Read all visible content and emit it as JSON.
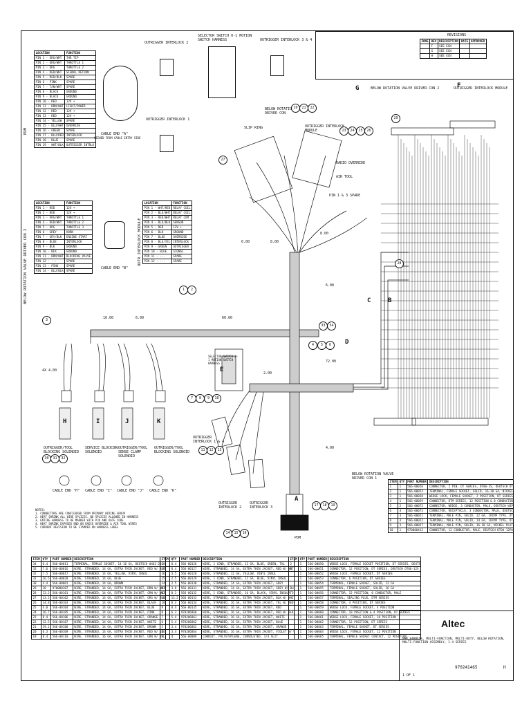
{
  "title_block": {
    "title": "PWR HARNESS, MULTI-FUNCTION, MULTI-DUTY, BELOW ROTATION, MULTI-FUNCTION ASSEMBLY, 1-4 SERIES",
    "company": "Altec",
    "part_number": "970241465",
    "sheet": "1 OF 1",
    "rev": "H",
    "pdm_label": "PDM"
  },
  "connector_pinout_top": {
    "headers": [
      "LOCATION",
      "FUNCTION"
    ],
    "rows": [
      [
        "PIN 1 - ORG/WHT",
        "THR TIP"
      ],
      [
        "PIN 2 - ORG/WHT",
        "THROTTLE 1"
      ],
      [
        "PIN 3 - ORG",
        "THROTTLE 2"
      ],
      [
        "PIN 4 - RED/WHT",
        "SIGNAL RETURN"
      ],
      [
        "PIN 5 - RED/BLK",
        "SPARE"
      ],
      [
        "PIN 6 - PINK",
        "SPARE"
      ],
      [
        "PIN 7 - TAN/WHT",
        "SPARE"
      ],
      [
        "PIN 8 - BLACK",
        "GROUND"
      ],
      [
        "PIN 9 - BLACK",
        "GROUND"
      ],
      [
        "PIN 10 - RED",
        "12V +"
      ],
      [
        "PIN 11 - BRN/WHT",
        "LIGHT/POWER"
      ],
      [
        "PIN 12 - RED",
        "12V +"
      ],
      [
        "PIN 13 - RED",
        "12V +"
      ],
      [
        "PIN 14 - YELLOW",
        "SPARE"
      ],
      [
        "PIN 15 - BLU/WHT",
        "OVERRIDE"
      ],
      [
        "PIN 16 - GREEN",
        "SPARE"
      ],
      [
        "PIN 17 - BLU/RED",
        "INTERLOCK"
      ],
      [
        "PIN 18 - BLUE",
        "SPARE"
      ],
      [
        "PIN 19 - WHT/BLK",
        "OUTRIGGER INTRLK"
      ]
    ]
  },
  "connector_pinout_mid": {
    "headers": [
      "LOCATION",
      "FUNCTION"
    ],
    "rows": [
      [
        "PIN 1 - RED",
        "12V +"
      ],
      [
        "PIN 2 - RED",
        "12V +"
      ],
      [
        "PIN 3 - ORG/WHT",
        "THROTTLE 1"
      ],
      [
        "PIN 4 - RED/WHT",
        "THROTTLE 2"
      ],
      [
        "PIN 5 - ORG",
        "THROTTLE 3"
      ],
      [
        "PIN 6 - GREY",
        "HORN"
      ],
      [
        "PIN 7 - GRY/BLK",
        "ENGINE START"
      ],
      [
        "PIN 8 - BLUE",
        "INTERLOCK"
      ],
      [
        "PIN 9 - BLK",
        "GROUND"
      ],
      [
        "PIN 10 - BLK",
        "GROUND"
      ],
      [
        "PIN 11 - BRN/WHT",
        "BLOCKING VALVE"
      ],
      [
        "PIN 12 - ---",
        "SPARE"
      ],
      [
        "PIN 13 - PINK",
        "SPARE"
      ],
      [
        "PIN 14 - BLU/BLK",
        "SPARE"
      ]
    ]
  },
  "interlock_module_pinout": {
    "headers": [
      "LOCATION",
      "FUNCTION"
    ],
    "rows": [
      [
        "PIN 1 - WHT/RED",
        "RELAY COIL"
      ],
      [
        "PIN 2 - BLU/WHT",
        "RELAY COIL"
      ],
      [
        "PIN 3 - RED/WHT",
        "RELAY COM"
      ],
      [
        "PIN 4 - BLU/BLK",
        "SENSOR"
      ],
      [
        "PIN 5 - RED",
        "12V +"
      ],
      [
        "PIN 6 - BLK",
        "GROUND"
      ],
      [
        "PIN 7 - BLUE",
        "OVERRIDE"
      ],
      [
        "PIN 8 - BLU/YEL",
        "INTERLOCK"
      ],
      [
        "PIN 9 - GREEN",
        "OUTRIGGER"
      ],
      [
        "PIN 10 - BLUE",
        "SIGNAL"
      ],
      [
        "PIN 11 - ---",
        "SPARE"
      ],
      [
        "PIN 12 - ---",
        "SPARE"
      ]
    ]
  },
  "vertical_labels": {
    "left_top": "PDM",
    "left_mid": "BELOW ROTATION VALVE DRIVER CON 2",
    "interlock": "OUTR INTERLOCK MODULE"
  },
  "diagram_labels": {
    "cable_end_a": "CABLE END \"A\"",
    "cable_end_a_sub": "VIEWED FROM CABLE ENTRY SIDE",
    "cable_end_b": "CABLE END \"B\"",
    "cable_end_e": "CABLE END \"E\"",
    "cable_end_f": "CABLE END \"F\"",
    "cable_end_g": "CABLE END \"G\"",
    "cable_end_h": "CABLE END \"H\"",
    "cable_end_i": "CABLE END \"I\"",
    "cable_end_j": "CABLE END \"J\"",
    "cable_end_k": "CABLE END \"K\"",
    "outrigger_interlock_2": "OUTRIGGER INTERLOCK 2",
    "outrigger_interlock_1": "OUTRIGGER INTERLOCK 1",
    "outrigger_interlock_34": "OUTRIGGER INTERLOCK 3 & 4",
    "selector_switch": "SELECTOR SWITCH 0-1 MOTION SWITCH HARNESS",
    "slip_ring": "SLIP RING",
    "below_rotation_valve": "BELOW ROTATION VALVE DRIVER CON",
    "outrigger_module": "OUTRIGGER INTERLOCK MODULE",
    "outrigger_module_short": "OUTRIGGER INTERLOCK MODULE",
    "below_rotation_valve_con": "BELOW ROTATION VALVE DRIVER CON 2",
    "radio_override": "RADIO OVERRIDE",
    "air_tool": "AIR TOOL",
    "pin_spare": "PIN 1 & 3 SPARE",
    "h_label": "OUTRIGGER/TOOL BLOCKING SOLENOID",
    "i_label": "SERVICE BLOCKING SOLENOID",
    "j_label": "OUTRIGGER/TOOL SENSE CLAMP SOLENOID",
    "k_label": "OUTRIGGER/TOOL BLOCKING SOLENOID",
    "outrigger_interlock_1_bottom": "OUTRIGGER INTERLOCK 1 & 4",
    "outrigger_interlock_2_bottom": "OUTRIGGER INTERLOCK 2",
    "outrigger_interlock_3_bottom": "OUTRIGGER INTERLOCK 3",
    "sel_switch_small": "SELECTOR SWITCH 0-1 MOTION SWITCH HARNESS",
    "pdm_small": "PDM",
    "interlock_module_relay": "OUTRIGGER INTERLOCK MODULE",
    "below_rot_relay": "BELOW ROTATION VALVE DRIVER CON 1"
  },
  "dimensions": [
    "10.00",
    "6.00",
    "60.00",
    "4X 4.00",
    "2.00",
    "72.00",
    "4.00",
    "6.00",
    "8.00",
    "6.00",
    "8.00",
    "6.00"
  ],
  "notes": [
    "NOTES:",
    "1. CONNECTORS ARE CONFIGURED FROM PRIMARY WIRING GROUP",
    "2. HEAT SHRINK ALL WIRE SPLICES. NO SPLICES ALLOWED IN HARNESS",
    "3. ENTIRE HARNESS TO BE MARKED WITH P/N AND DATE CODE",
    "4. HEAT SHRINK EXPOSED END ON RADIO OVERRIDE & AIR TOOL WIRES",
    "5. CURRENT REVISION TO BE STAMPED ON HARNESS LABEL"
  ],
  "revisions": {
    "title": "REVISIONS",
    "headers": [
      "ZONE",
      "REV",
      "DESCRIPTION",
      "DATE",
      "APPROVED"
    ],
    "rows": [
      [
        "",
        "F",
        "SEE ECN",
        "",
        ""
      ],
      [
        "",
        "G",
        "SEE ECN",
        "",
        ""
      ],
      [
        "",
        "H",
        "SEE ECN",
        "",
        ""
      ]
    ]
  },
  "bom_right": {
    "headers": [
      "ITEM",
      "QTY",
      "PART NUMBER",
      "DESCRIPTION"
    ],
    "rows": [
      [
        "1",
        "1",
        "566-00010",
        "CONNECTOR, 2 PIN, DT SERIES, DT06-2S, DEUTSCH DT06-2S-CE05"
      ],
      [
        "2",
        "1",
        "566-00023",
        "TERMINAL, FEMALE SOCKET, SOLID, 16-20 GA, NICKEL PLATED"
      ],
      [
        "3",
        "1",
        "566-00038",
        "WEDGE LOCK, FEMALE SOCKET, 2 POSITION, DT SERIES, DEUTSCH W2S"
      ],
      [
        "4",
        "1",
        "566-00059",
        "CONNECTOR, DTM SERIES, 12 POSITION & 0 CONDUCTOR"
      ],
      [
        "5",
        "2",
        "566-00072",
        "CONNECTOR, WEDGE, 3 CONDUCTOR, MALE, DEUTSCH W3P"
      ],
      [
        "6",
        "4",
        "566-00073",
        "CONNECTOR, RECEPTACLE, 3 CONDUCTOR, MALE, DEUTSCH DT04-3P"
      ],
      [
        "7",
        "3",
        "566-00021",
        "TERMINAL, MALE PIN, SOLID, 12 GA, CRIMP TYPE, DTP SERIES"
      ],
      [
        "8",
        "4",
        "566-00022",
        "TERMINAL, MALE PIN, SOLID, 14 GA, CRIMP TYPE, DT SERIES"
      ],
      [
        "9",
        "3",
        "566-00027",
        "TERMINAL, MALE PIN, SOLID, 16-18 GA, NICKEL PLATED, DEUTSCH"
      ],
      [
        "10",
        "1",
        "970000413",
        "CONNECTOR, 12 CONDUCTOR, MALE, DEUTSCH DT04-12PA-B016"
      ]
    ]
  },
  "bom_bottom_cols": [
    "ITEM",
    "QTY",
    "PART NUMBER",
    "DESCRIPTION"
  ],
  "bom_bottom": [
    [
      "34",
      "6.4",
      "566-00011",
      "TERMINAL, FEMALE SOCKET, 14-16 GA, DEUTSCH 0462-201-16141"
    ],
    [
      "33",
      "7.6",
      "566-00016",
      "WIRE, STRANDED, 14 GA, EXTRA THIN JACKET, RED W/ BLK STRIPE"
    ],
    [
      "32",
      "7.5",
      "566-00017",
      "WIRE, STRANDED, 14 GA, YELLOW, VINYL INSUL"
    ],
    [
      "31",
      "16.5",
      "566-00020",
      "WIRE, STRANDED, 14 GA, BLUE"
    ],
    [
      "30",
      "4.4",
      "566-00001",
      "WIRE, STRANDED, 14 GA, BROWN"
    ],
    [
      "29",
      "10",
      "970000307",
      "WIRE, STRANDED, 14 GA, EXTRA THIN JACKET, BRN W/ WHITE TRACE"
    ],
    [
      "28",
      "13.2",
      "566-00101",
      "WIRE, STRANDED, 14 GA, EXTRA THIN JACKET, GRN W/ WHITE TRACE"
    ],
    [
      "27",
      "13.2",
      "566-00102",
      "WIRE, STRANDED, 14 GA, EXTRA THIN JACKET, ORG W/ BLK"
    ],
    [
      "26",
      "14.8",
      "566-00103",
      "WIRE, STRANDED, 14 GA, EXTRA THIN JACKET, BLACK"
    ],
    [
      "25",
      "4.0",
      "566-00104",
      "WIRE, STRANDED, 14 GA, EXTRA THIN JACKET, BLUE"
    ],
    [
      "24",
      "16.7",
      "566-00105",
      "WIRE, STRANDED, 14 GA, EXTRA THIN JACKET, PINK"
    ],
    [
      "23",
      "8.4",
      "566-00106",
      "WIRE, STRANDED, 14 GA, EXTRA THIN JACKET, ORANGE"
    ],
    [
      "22",
      "12.5",
      "566-00107",
      "WIRE, STRANDED, 14 GA, EXTRA THIN JACKET, WHITE"
    ],
    [
      "21",
      "19.1",
      "566-00108",
      "WIRE, STRANDED, 14 GA, EXTRA THIN JACKET, BROWN"
    ],
    [
      "20",
      "6.3",
      "566-00109",
      "WIRE, STRANDED, 14 GA, EXTRA THIN JACKET, RED W/ VIOLET TRACE"
    ],
    [
      "19",
      "8.4",
      "566-00110",
      "WIRE, STRANDED, 16 GA, EXTRA THIN JACKET, GRN W/ YEL TRACE"
    ]
  ],
  "bom_bottom_mid": [
    [
      "18",
      "8.4",
      "566-00126",
      "WIRE, 1 COND, STRANDED, 12 GA, BLUE, GREEN, TXL"
    ],
    [
      "17",
      "8.4",
      "566-00127",
      "WIRE, STRANDED, 14 GA, EXTRA THIN JACKET, RED W/ WHT"
    ],
    [
      "16",
      "3.5",
      "566-00128",
      "WIRE, STRANDED, 12 GA, YELLOW, VINYL INSUL"
    ],
    [
      "15",
      "2.5",
      "566-00129",
      "WIRE, 1 COND, STRANDED, 12 GA, BLUE, VINYL INSUL"
    ],
    [
      "14",
      "2.5",
      "566-00130",
      "WIRE, STRANDED, 14 GA, EXTRA THIN JACKET, GREY"
    ],
    [
      "13",
      "3.0",
      "566-00131",
      "WIRE, STRANDED, 14 GA, EXTRA THIN JACKET, GREY W/ BLK"
    ],
    [
      "12",
      "8.3",
      "566-00132",
      "WIRE, 1 COND, STRANDED, 16 GA, BLACK, VINYL INSULATION"
    ],
    [
      "11",
      "13.2",
      "566-00133",
      "WIRE, STRANDED, 16 GA, EXTRA THIN JACKET, BLK W/ WHITE"
    ],
    [
      "10",
      "8.4",
      "566-00134",
      "WIRE, STRANDED, 16 GA, EXTRA THIN JACKET, YEL W/ RED TRACE"
    ],
    [
      "9",
      "8.4",
      "566-00135",
      "WIRE, STRANDED, 16 GA, EXTRA THIN JACKET, RED"
    ],
    [
      "8",
      "6.3",
      "970206860",
      "WIRE, STRANDED, 16 GA, EXTRA THIN JACKET, RED W/ BLK TRACE"
    ],
    [
      "7",
      "5.4",
      "970206861",
      "WIRE, STRANDED, 16 GA, EXTRA THIN JACKET, WHITE"
    ],
    [
      "6",
      "5.4",
      "970206862",
      "WIRE, STRANDED, 16 GA, EXTRA THIN JACKET, BLUE"
    ],
    [
      "5",
      "3.4",
      "970206863",
      "WIRE, STRANDED, 16 GA, EXTRA THIN JACKET, ORANGE"
    ],
    [
      "4",
      "3.4",
      "970206864",
      "WIRE, STRANDED, 16 GA, EXTRA THIN JACKET, VIOLET W/ WHITE"
    ],
    [
      "3",
      "4",
      "566-00009",
      "CONDUIT, POLYETHYLENE, CONVOLUTED, 1/4 SLIT"
    ]
  ],
  "bom_bottom_right": [
    [
      "2",
      "1",
      "566-00050",
      "WEDGE LOCK, FEMALE SOCKET POSITION, DT SERIES, DEUTSCH W12S"
    ],
    [
      "1",
      "1",
      "566-00051",
      "CONNECTOR, 12 POSITION, DT SERIES, DEUTSCH DT06-12S"
    ],
    [
      "",
      "1",
      "566-00052",
      "WEDGE LOCK, FEMALE SOCKET, DT SERIES"
    ],
    [
      "",
      "1",
      "566-00053",
      "CONNECTOR, 6 POSITION, DT SERIES"
    ],
    [
      "",
      "1",
      "566-00054",
      "TERMINAL, FEMALE SOCKET, SOLID, 12 GA"
    ],
    [
      "",
      "1",
      "566-00055",
      "TERMINAL, FEMALE SOCKET, SOLID, 16 GA"
    ],
    [
      "",
      "1",
      "566-00056",
      "CONNECTOR, 12 POSITION, 0 CONDUCTOR, MALE"
    ],
    [
      "",
      "1",
      "566-00057",
      "TERMINAL, SEALING PLUG, DTM SERIES"
    ],
    [
      "",
      "1",
      "566-00058",
      "CONNECTOR, 4 POSITION, DT SERIES"
    ],
    [
      "",
      "1",
      "566-00059",
      "WEDGE LOCK, FEMALE SOCKET, 4 POSITION"
    ],
    [
      "",
      "1",
      "566-00060",
      "CONNECTOR, 10 POSITION & 4 POSITION, DT SERIES"
    ],
    [
      "",
      "1",
      "566-00061",
      "WEDGE LOCK, FEMALE SOCKET, 10 POSITION"
    ],
    [
      "",
      "1",
      "566-00062",
      "CONNECTOR, 12 POSITION, DT SERIES"
    ],
    [
      "",
      "1",
      "566-00063",
      "TERMINAL, FEMALE SOCKET, DT SERIES"
    ],
    [
      "",
      "1",
      "566-00064",
      "WEDGE LOCK, FEMALE SOCKET, 12 POSITION"
    ],
    [
      "",
      "1",
      "566-00065",
      "TERMINAL, FEMALE SOCKET CONTACT, 12 POSITION"
    ]
  ],
  "balloons": [
    "1",
    "2",
    "3",
    "4",
    "5",
    "6",
    "7",
    "8",
    "9",
    "10",
    "11",
    "12",
    "13",
    "14",
    "15",
    "16",
    "17",
    "18",
    "19",
    "20",
    "21",
    "22",
    "23",
    "24",
    "25",
    "26",
    "27",
    "28",
    "29",
    "30",
    "31",
    "32",
    "33",
    "34"
  ],
  "connector_letters": [
    "A",
    "B",
    "C",
    "D",
    "E",
    "F",
    "G",
    "H",
    "I",
    "J",
    "K"
  ]
}
